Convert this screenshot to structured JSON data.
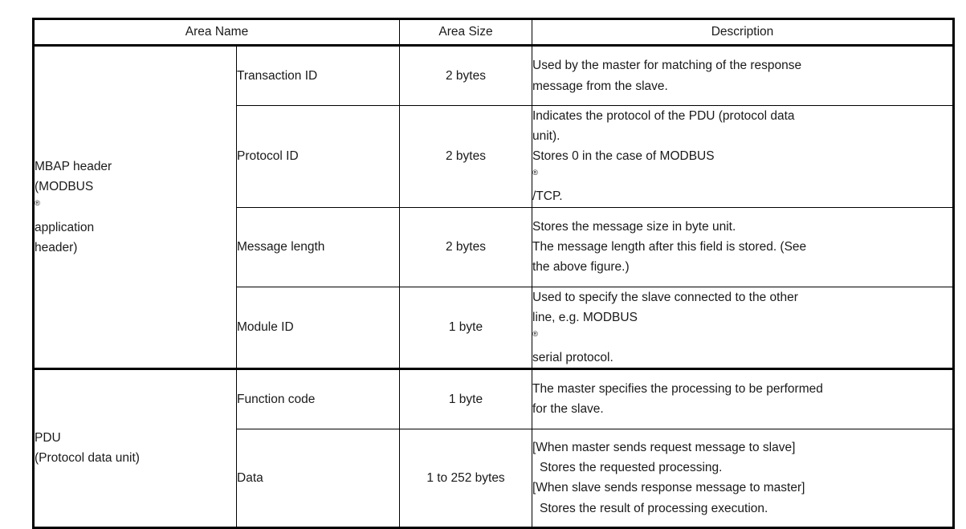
{
  "table": {
    "headers": {
      "area_name": "Area Name",
      "area_size": "Area Size",
      "description": "Description"
    },
    "groups": [
      {
        "id": "mbap",
        "name_line1": "MBAP header",
        "name_line2_pre": "(MODBUS",
        "name_line2_reg": "®",
        "name_line2_post": " application",
        "name_line3": "header)",
        "rows": [
          {
            "field": "Transaction ID",
            "size": "2 bytes",
            "desc_lines": [
              {
                "text": "Used by the master for matching of the response",
                "indent": false
              },
              {
                "text": "message from the slave.",
                "indent": false
              }
            ]
          },
          {
            "field": "Protocol ID",
            "size": "2 bytes",
            "desc_lines": [
              {
                "text": "Indicates the protocol of the PDU (protocol data",
                "indent": false
              },
              {
                "text": "unit).",
                "indent": false
              },
              {
                "text": "Stores 0 in the case of MODBUS® /TCP.",
                "indent": false,
                "reg_pre": "Stores 0 in the case of MODBUS",
                "reg_post": " /TCP."
              }
            ]
          },
          {
            "field": "Message length",
            "size": "2 bytes",
            "desc_lines": [
              {
                "text": "Stores the message size in byte unit.",
                "indent": false
              },
              {
                "text": "The message length after this field is stored. (See",
                "indent": false
              },
              {
                "text": "the above figure.)",
                "indent": false
              }
            ]
          },
          {
            "field": "Module ID",
            "size": "1 byte",
            "desc_lines": [
              {
                "text": "Used to specify the slave connected to the other",
                "indent": false
              },
              {
                "text": "line, e.g. MODBUS®  serial protocol.",
                "indent": false,
                "reg_pre": "line, e.g. MODBUS",
                "reg_post": " serial protocol."
              }
            ]
          }
        ]
      },
      {
        "id": "pdu",
        "name_line1": "PDU",
        "name_line2": "(Protocol data unit)",
        "rows": [
          {
            "field": "Function code",
            "size": "1 byte",
            "desc_lines": [
              {
                "text": "The master specifies the processing to be performed",
                "indent": false
              },
              {
                "text": "for the slave.",
                "indent": false
              }
            ]
          },
          {
            "field": "Data",
            "size": "1 to 252 bytes",
            "desc_lines": [
              {
                "text": "[When master sends request message to slave]",
                "indent": false
              },
              {
                "text": "Stores the requested processing.",
                "indent": true
              },
              {
                "text": "[When slave sends response message to master]",
                "indent": false
              },
              {
                "text": "Stores the result of processing execution.",
                "indent": true
              }
            ]
          }
        ]
      }
    ]
  },
  "colors": {
    "border": "#000000",
    "text": "#1a1a1a",
    "background": "#ffffff"
  }
}
